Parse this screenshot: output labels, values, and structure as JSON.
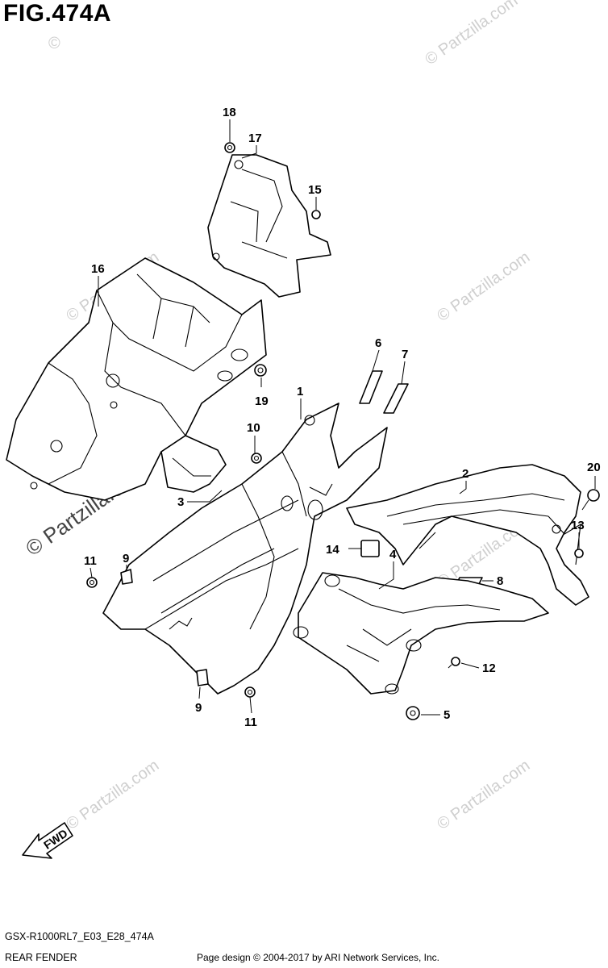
{
  "figure": {
    "title": "FIG.474A",
    "model_code": "GSX-R1000RL7_E03_E28_474A",
    "section_name": "REAR FENDER",
    "credit": "Page design © 2004-2017 by ARI Network Services, Inc."
  },
  "watermark": {
    "text": "© Partzilla.com",
    "short": "©"
  },
  "direction_marker": {
    "label": "FWD"
  },
  "callouts": {
    "c1": "1",
    "c2": "2",
    "c3": "3",
    "c4": "4",
    "c5": "5",
    "c6": "6",
    "c7": "7",
    "c8": "8",
    "c9a": "9",
    "c9b": "9",
    "c10": "10",
    "c11a": "11",
    "c11b": "11",
    "c12": "12",
    "c13": "13",
    "c14": "14",
    "c15": "15",
    "c16": "16",
    "c17": "17",
    "c18": "18",
    "c19": "19",
    "c20": "20"
  }
}
